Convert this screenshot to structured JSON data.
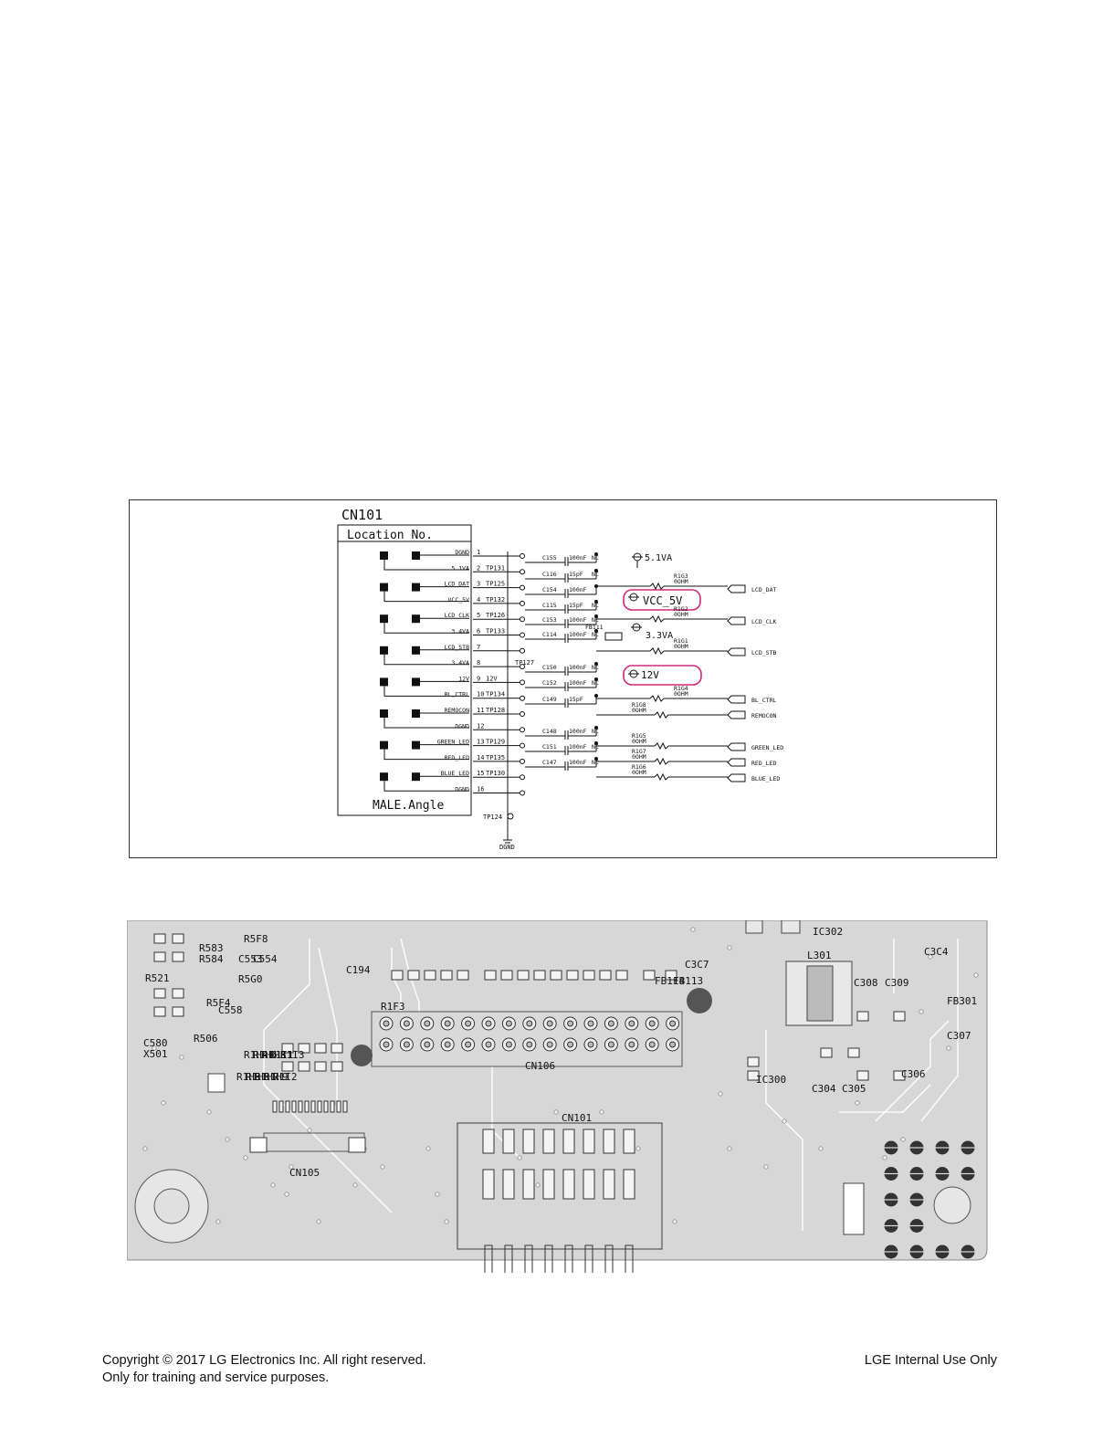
{
  "schematic": {
    "connector_ref": "CN101",
    "location_header": "Location No.",
    "footer_label": "MALE.Angle",
    "pins": [
      {
        "num": "1",
        "name": "DGND",
        "tp": ""
      },
      {
        "num": "2",
        "name": "5.1VA",
        "tp": "TP131"
      },
      {
        "num": "3",
        "name": "LCD_DAT",
        "tp": "TP125"
      },
      {
        "num": "4",
        "name": "VCC_5V",
        "tp": "TP132"
      },
      {
        "num": "5",
        "name": "LCD_CLK",
        "tp": "TP126"
      },
      {
        "num": "6",
        "name": "3.4VA",
        "tp": "TP133"
      },
      {
        "num": "7",
        "name": "LCD_STB",
        "tp": ""
      },
      {
        "num": "8",
        "name": "3.4VA",
        "tp": ""
      },
      {
        "num": "9",
        "name": "12V",
        "tp": "12V"
      },
      {
        "num": "10",
        "name": "BL_CTRL",
        "tp": "TP134"
      },
      {
        "num": "11",
        "name": "REMOCON",
        "tp": "TP128"
      },
      {
        "num": "12",
        "name": "DGND",
        "tp": ""
      },
      {
        "num": "13",
        "name": "GREEN_LED",
        "tp": "TP129"
      },
      {
        "num": "14",
        "name": "RED_LED",
        "tp": "TP135"
      },
      {
        "num": "15",
        "name": "BLUE_LED",
        "tp": "TP130"
      },
      {
        "num": "16",
        "name": "DGND",
        "tp": ""
      }
    ],
    "capacitors": [
      {
        "ref": "C155",
        "value": "100nF",
        "nc": "NC"
      },
      {
        "ref": "C116",
        "value": "15pF",
        "nc": "NC"
      },
      {
        "ref": "C154",
        "value": "100nF",
        "nc": ""
      },
      {
        "ref": "C115",
        "value": "15pF",
        "nc": "NC"
      },
      {
        "ref": "C153",
        "value": "100nF",
        "nc": "NC"
      },
      {
        "ref": "C114",
        "value": "100nF",
        "nc": "NC"
      },
      {
        "ref": "C150",
        "value": "100nF",
        "nc": "NC"
      },
      {
        "ref": "C152",
        "value": "100nF",
        "nc": "NC"
      },
      {
        "ref": "C149",
        "value": "15pF",
        "nc": ""
      },
      {
        "ref": "C148",
        "value": "100nF",
        "nc": "NC"
      },
      {
        "ref": "C151",
        "value": "100nF",
        "nc": "NC"
      },
      {
        "ref": "C147",
        "value": "100nF",
        "nc": "NC"
      }
    ],
    "resistors": [
      {
        "ref": "R1G3",
        "value": "0OHM"
      },
      {
        "ref": "R1G2",
        "value": "0OHM"
      },
      {
        "ref": "R1G1",
        "value": "0OHM"
      },
      {
        "ref": "R1G4",
        "value": "0OHM"
      },
      {
        "ref": "R1G8",
        "value": "0OHM"
      },
      {
        "ref": "R1G5",
        "value": "0OHM"
      },
      {
        "ref": "R1G7",
        "value": "0OHM"
      },
      {
        "ref": "R1G6",
        "value": "0OHM"
      }
    ],
    "power_rails": {
      "rail_51va": "5.1VA",
      "rail_vcc5v": "VCC_5V",
      "rail_33va": "3.3VA",
      "rail_12v": "12V"
    },
    "ferrite": "FB111",
    "extra_tp": {
      "tp127": "TP127",
      "tp124": "TP124"
    },
    "ground_label": "DGND",
    "outputs": [
      "LCD_DAT",
      "LCD_CLK",
      "LCD_STB",
      "BL_CTRL",
      "REMOCON",
      "GREEN_LED",
      "RED_LED",
      "BLUE_LED"
    ],
    "highlight_color": "#d4287c"
  },
  "pcb": {
    "labels": [
      "IC302",
      "L301",
      "C3C4",
      "C308",
      "C309",
      "FB301",
      "C307",
      "C3C7",
      "FB114",
      "FB113",
      "CN106",
      "IC300",
      "C304",
      "C305",
      "C306",
      "C194",
      "R1F3",
      "CN105",
      "CN101",
      "R583",
      "R584",
      "C553",
      "R5F8",
      "R5G0",
      "C554",
      "R521",
      "R5F4",
      "C558",
      "C580",
      "X501",
      "R506",
      "R1H3",
      "R1H4",
      "R1H5",
      "R1H6",
      "R1H7",
      "R1H8",
      "R1H9",
      "R1I2",
      "R1I1",
      "R1I3"
    ],
    "board_color": "#d7d7d7",
    "trace_color": "#ffffff"
  },
  "footer": {
    "copyright": "Copyright © 2017 LG Electronics Inc. All right reserved.",
    "purpose": "Only for training and service purposes.",
    "classification": "LGE Internal Use Only"
  }
}
